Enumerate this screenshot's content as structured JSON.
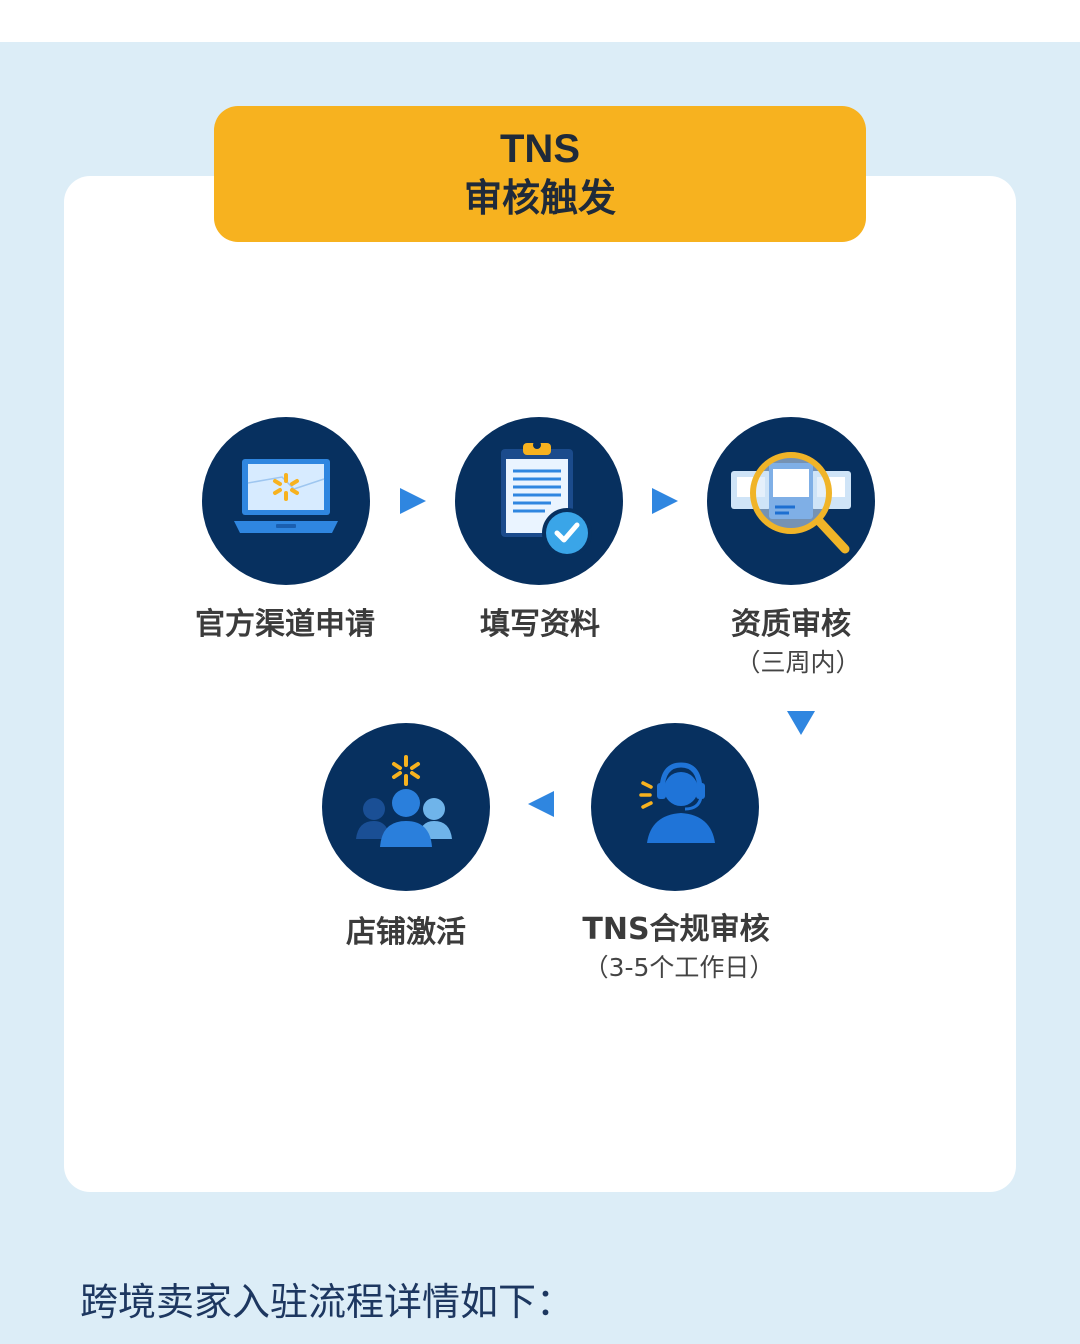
{
  "banner": {
    "line1": "TNS",
    "line2": "审核触发"
  },
  "steps": [
    {
      "label": "官方渠道申请",
      "note": ""
    },
    {
      "label": "填写资料",
      "note": ""
    },
    {
      "label": "资质审核",
      "note": "（三周内）"
    },
    {
      "label": "TNS合规审核",
      "note": "（3-5个工作日）"
    },
    {
      "label": "店铺激活",
      "note": ""
    }
  ],
  "footer": {
    "text": "跨境卖家入驻流程详情如下："
  },
  "colors": {
    "background": "#dcedf7",
    "card": "#ffffff",
    "banner": "#f7b21f",
    "circle": "#07305f",
    "arrow": "#2f86e0",
    "spark": "#f7b21f"
  },
  "icons": {
    "step1": "laptop-icon",
    "step2": "clipboard-check-icon",
    "step3": "magnifier-icon",
    "step4": "headset-agent-icon",
    "step5": "people-group-icon"
  }
}
